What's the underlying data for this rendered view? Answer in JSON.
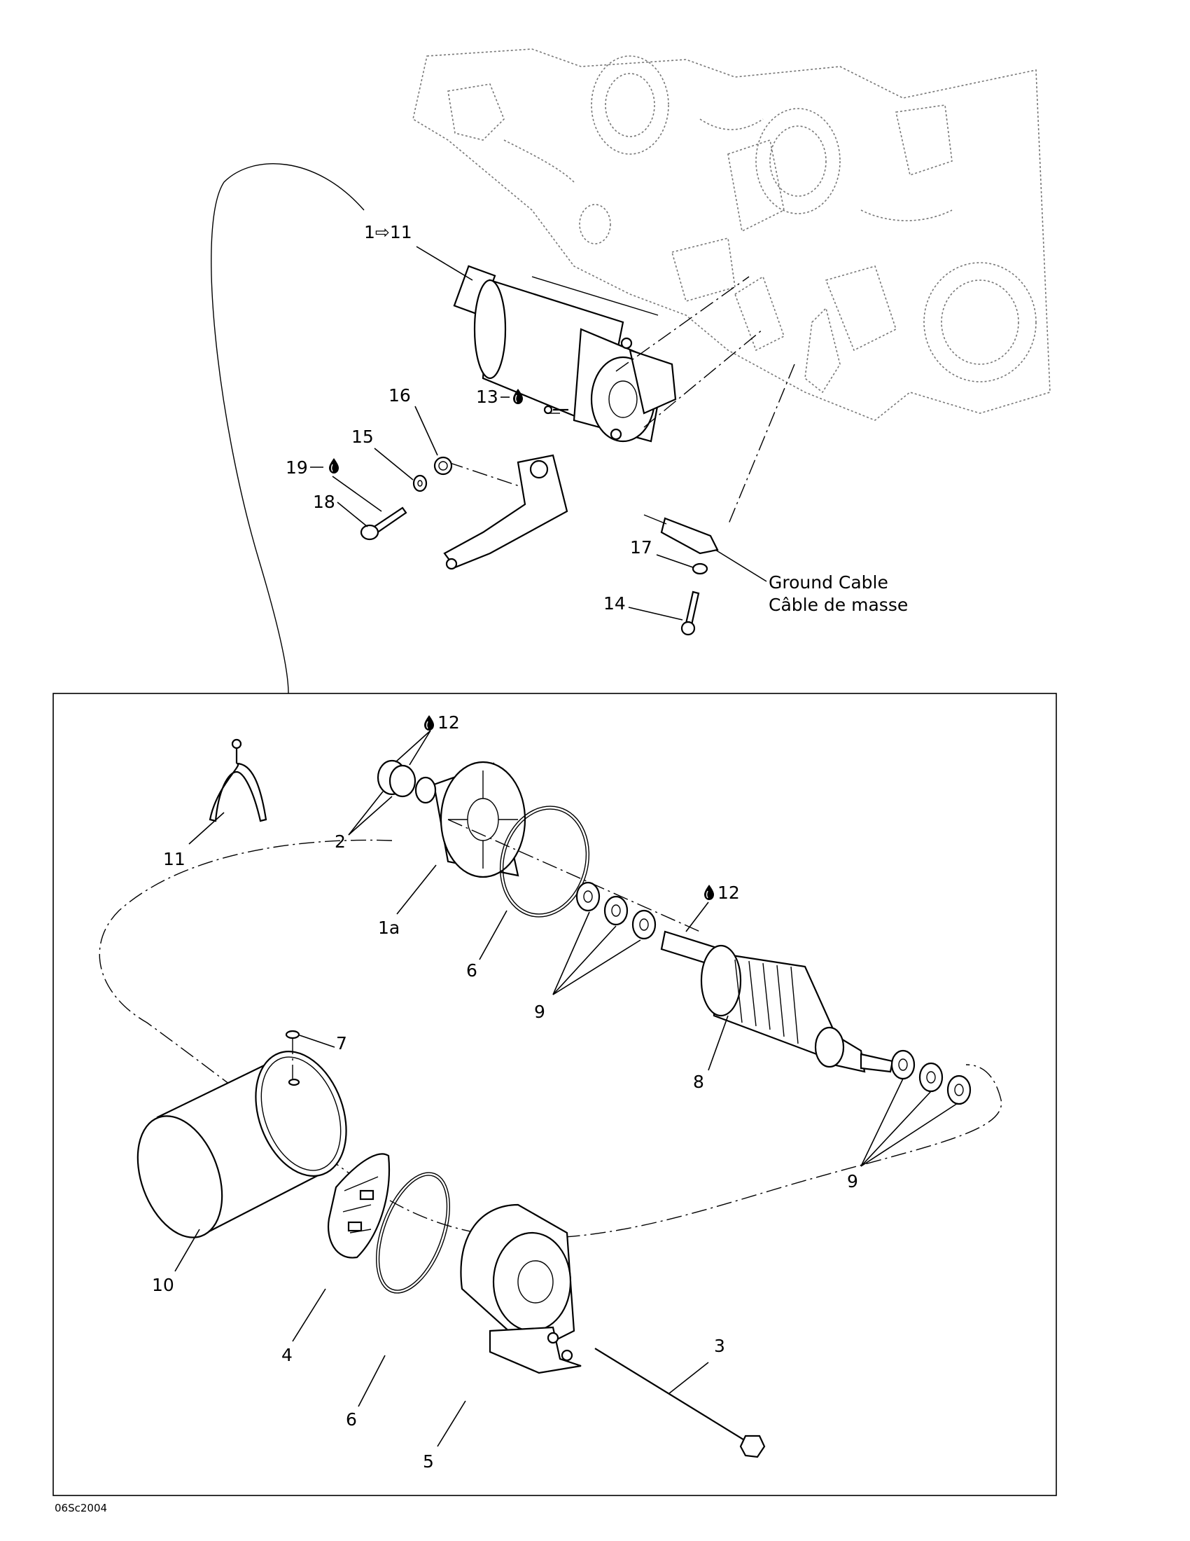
{
  "figure_code": "06Sc2004",
  "upper_assembly": {
    "starter_range_label": "1⇨11",
    "callouts": {
      "c13": "13",
      "c14": "14",
      "c15": "15",
      "c16": "16",
      "c17": "17",
      "c18": "18",
      "c19": "19"
    },
    "ground_cable_en": "Ground Cable",
    "ground_cable_fr": "Câble de masse"
  },
  "detail_box": {
    "callouts": {
      "c1a": "1a",
      "c2": "2",
      "c3": "3",
      "c4": "4",
      "c5": "5",
      "c6a": "6",
      "c6b": "6",
      "c7": "7",
      "c8": "8",
      "c9a": "9",
      "c9b": "9",
      "c10": "10",
      "c11": "11",
      "c12a": "12",
      "c12b": "12"
    }
  },
  "icons": {
    "lubricant": "drop-icon"
  }
}
